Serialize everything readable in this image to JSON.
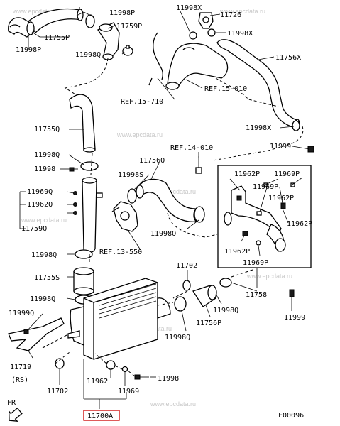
{
  "watermarks": [
    "www.epcdata.ru",
    "www.epcdata.ru",
    "www.epcdata.ru",
    "www.epcdata.ru",
    "www.epcdata.ru",
    "www.epcdata.ru",
    "www.epcdata.ru",
    "www.epcdata.ru"
  ],
  "callouts": {
    "c11998P_a": "11998P",
    "c11998X_a": "11998X",
    "c11726": "11726",
    "c11755P": "11755P",
    "c11759P": "11759P",
    "c11998X_b": "11998X",
    "c11998P_b": "11998P",
    "c11998Q_a": "11998Q",
    "c11756X": "11756X",
    "ref15010": "REF.15-010",
    "ref15710": "REF.15-710",
    "c11755Q": "11755Q",
    "c11998X_c": "11998X",
    "c11999_a": "11999",
    "ref14010": "REF.14-010",
    "c11998Q_b": "11998Q",
    "c11756Q": "11756Q",
    "c11998_a": "11998",
    "c11998S": "11998S",
    "c11969Q": "11969Q",
    "c11962Q": "11962Q",
    "c11759Q": "11759Q",
    "c11962P_a": "11962P",
    "c11969P_a": "11969P",
    "c11969P_b": "11969P",
    "c11962P_b": "11962P",
    "c11962P_c": "11962P",
    "c11969P_c": "11969P",
    "ref13550": "REF.13-550",
    "c11998Q_c": "11998Q",
    "c11998Q_d": "11998Q",
    "c11755S": "11755S",
    "c11702_a": "11702",
    "c11758": "11758",
    "c11998Q_e": "11998Q",
    "c11999": "11999",
    "c11999Q": "11999Q",
    "c11998Q_f": "11998Q",
    "c11756P": "11756P",
    "c11998Q_g": "11998Q",
    "c11719": "11719",
    "rs": "(RS)",
    "c11702_b": "11702",
    "c11962": "11962",
    "c11969": "11969",
    "c11998_b": "11998",
    "c11700A": "11700A",
    "fr": "FR",
    "f00096": "F00096"
  }
}
